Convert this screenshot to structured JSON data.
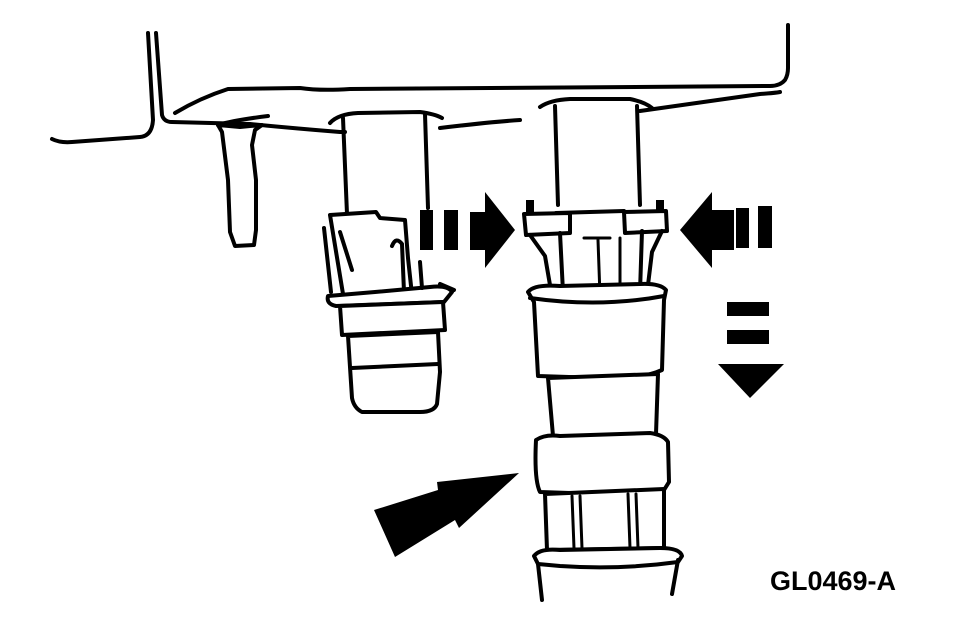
{
  "figure": {
    "caption_code": "GL0469-A",
    "background_color": "#ffffff",
    "line_color": "#000000",
    "components": [
      {
        "name": "mounting-bracket",
        "description": "housing/bracket outline across top"
      },
      {
        "name": "small-stud",
        "description": "small tapered stud hanging under bracket"
      },
      {
        "name": "left-connector",
        "description": "electrical connector with locking tab, disconnected"
      },
      {
        "name": "right-connector",
        "description": "connector with squeeze tabs on both sides"
      },
      {
        "name": "hose-fitting",
        "description": "banded hose/fitting below right connector"
      }
    ],
    "arrows": [
      {
        "name": "squeeze-arrow-left",
        "direction": "right",
        "style": "dashed-tail"
      },
      {
        "name": "squeeze-arrow-right",
        "direction": "left",
        "style": "dashed-tail"
      },
      {
        "name": "pull-down-arrow",
        "direction": "down",
        "style": "dashed-tail"
      },
      {
        "name": "pointer-arrow",
        "direction": "up-right",
        "style": "solid"
      }
    ]
  }
}
